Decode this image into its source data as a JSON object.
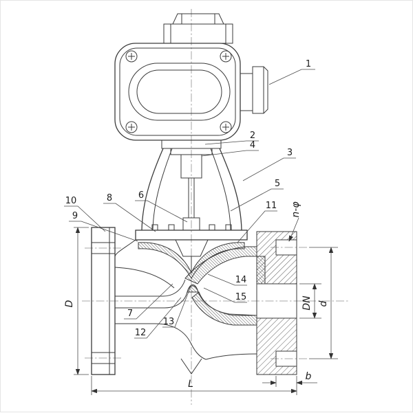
{
  "meta": {
    "figure_type": "engineering-sectional-drawing",
    "subject": "Electrically actuated weir diaphragm valve"
  },
  "colors": {
    "line": "#3a3a3a",
    "centerline": "#8f8f8f",
    "background": "#ffffff",
    "hatch": "#5a5a5a"
  },
  "callouts": {
    "c1": "1",
    "c2": "2",
    "c3": "3",
    "c4": "4",
    "c5": "5",
    "c6": "6",
    "c7": "7",
    "c8": "8",
    "c9": "9",
    "c10": "10",
    "c11": "11",
    "c12": "12",
    "c13": "13",
    "c14": "14",
    "c15": "15"
  },
  "dims": {
    "D": "D",
    "DN": "DN",
    "d": "d",
    "L": "L",
    "b": "b",
    "nphi": "n-φ"
  }
}
